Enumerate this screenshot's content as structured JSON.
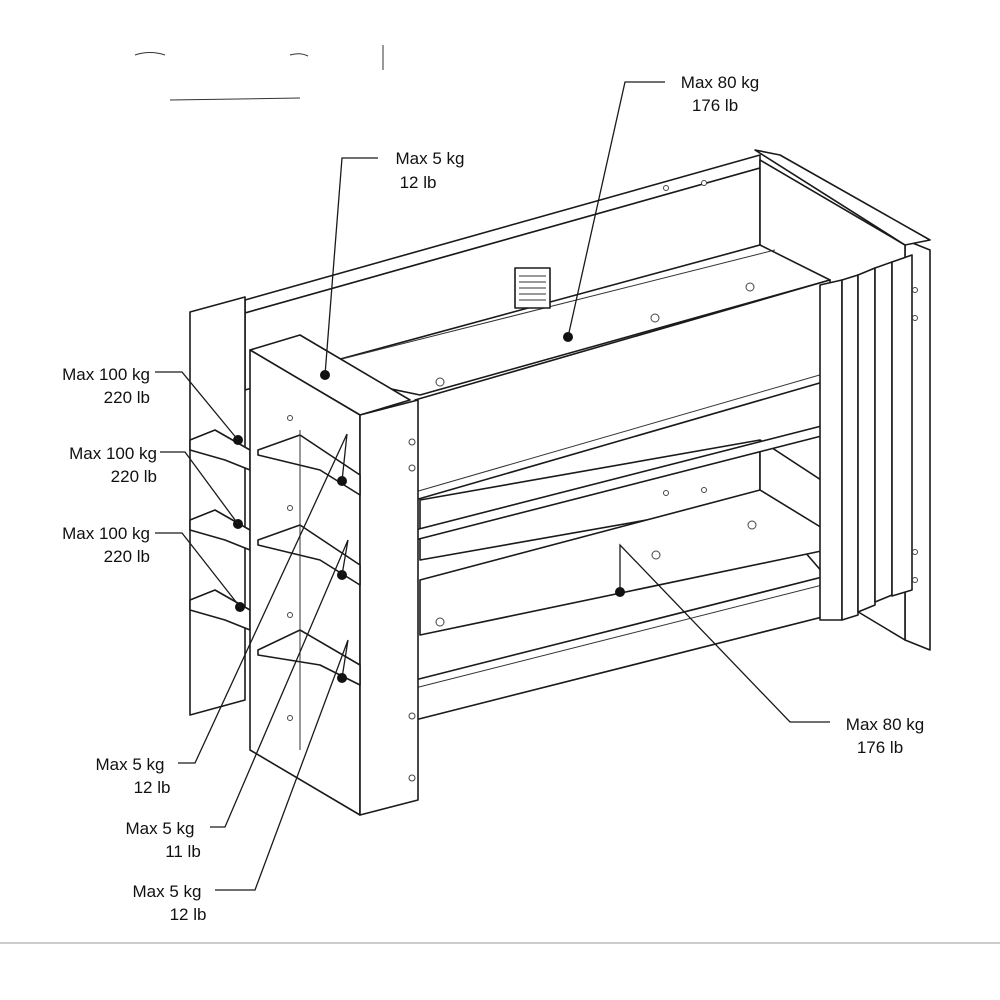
{
  "callouts": {
    "top_bed": {
      "kg": "Max 80 kg",
      "lb": "176 lb"
    },
    "top_shelf": {
      "kg": "Max 5 kg",
      "lb": "12 lb"
    },
    "step_1": {
      "kg": "Max 100 kg",
      "lb": "220 lb"
    },
    "step_2": {
      "kg": "Max 100 kg",
      "lb": "220 lb"
    },
    "step_3": {
      "kg": "Max 100 kg",
      "lb": "220 lb"
    },
    "bottom_bed": {
      "kg": "Max 80 kg",
      "lb": "176 lb"
    },
    "shelf_1": {
      "kg": "Max 5 kg",
      "lb": "12 lb"
    },
    "shelf_2": {
      "kg": "Max 5 kg",
      "lb": "11 lb"
    },
    "shelf_3": {
      "kg": "Max 5 kg",
      "lb": "12 lb"
    }
  },
  "colors": {
    "line": "#1a1a1a",
    "text": "#111111",
    "background": "#ffffff"
  }
}
